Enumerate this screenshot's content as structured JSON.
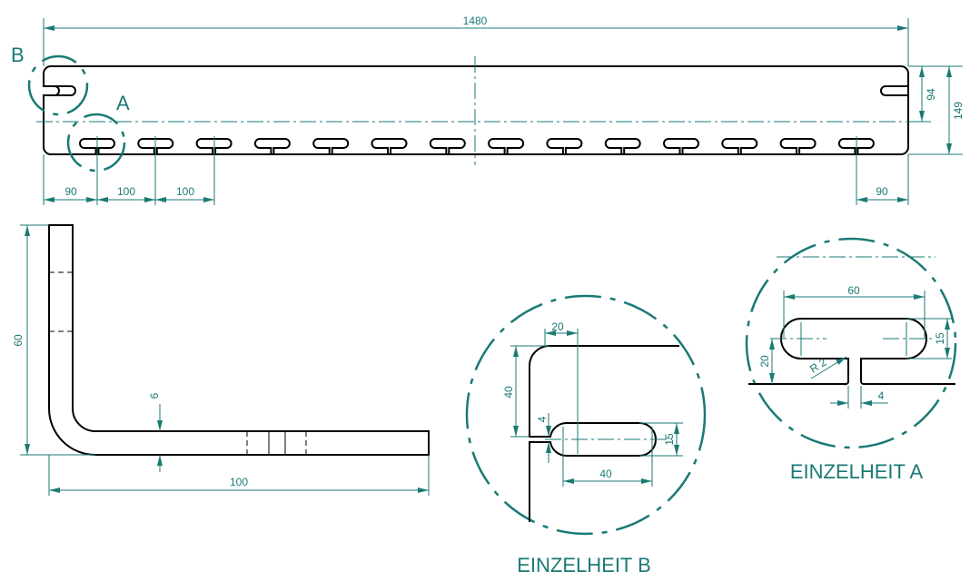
{
  "colors": {
    "dimension": "#1a7a75",
    "outline": "#000000"
  },
  "top_view": {
    "length": "1480",
    "dim_94": "94",
    "dim_149": "149",
    "left_first": "90",
    "pitch_1": "100",
    "pitch_2": "100",
    "right_last": "90",
    "slot_count": 14,
    "detail_a_marker": "A",
    "detail_b_marker": "B"
  },
  "side_view": {
    "height": "60",
    "thickness": "6",
    "width": "100"
  },
  "detail_b": {
    "title": "EINZELHEIT B",
    "dim_20": "20",
    "dim_40v": "40",
    "dim_4": "4",
    "dim_15": "15",
    "dim_40h": "40"
  },
  "detail_a": {
    "title": "EINZELHEIT A",
    "dim_60": "60",
    "dim_15": "15",
    "dim_20": "20",
    "radius": "R 2",
    "dim_4": "4"
  }
}
